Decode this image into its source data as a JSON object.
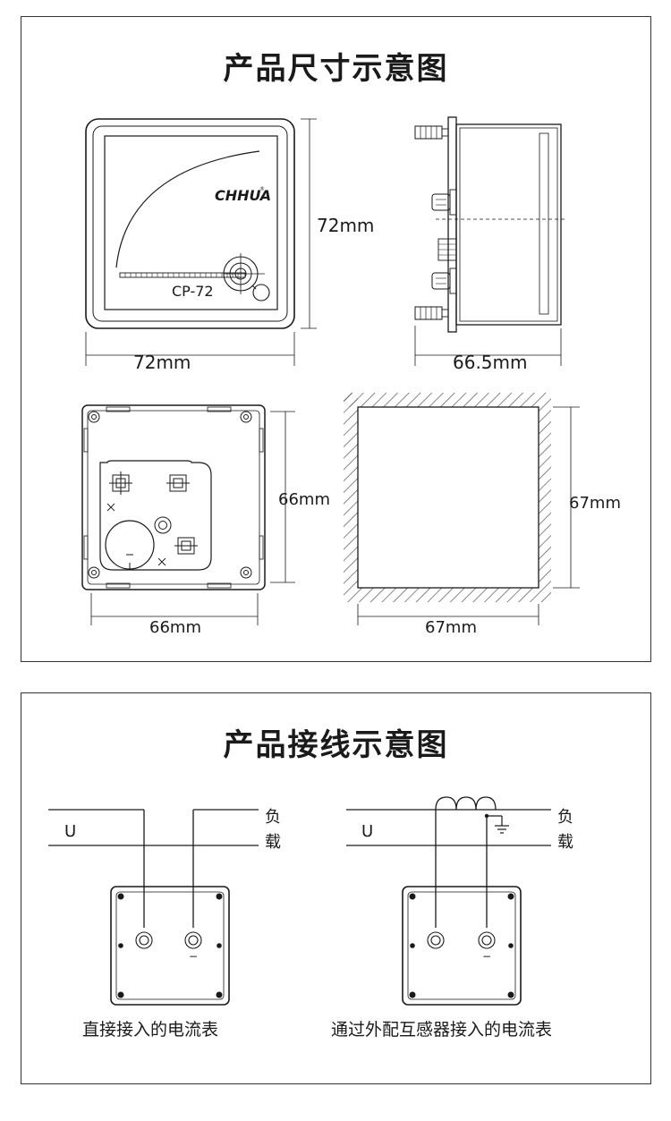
{
  "dimension_panel": {
    "title": "产品尺寸示意图",
    "front_view": {
      "brand": "CHHUA",
      "trademark": "®",
      "model": "CP-72",
      "width_label": "72mm",
      "height_label": "72mm"
    },
    "side_view": {
      "depth_label": "66.5mm"
    },
    "back_view": {
      "width_label": "66mm",
      "height_label": "66mm"
    },
    "cutout_view": {
      "width_label": "67mm",
      "height_label": "67mm"
    }
  },
  "wiring_panel": {
    "title": "产品接线示意图",
    "direct": {
      "u_label": "U",
      "load_top": "负",
      "load_bottom": "载",
      "minus": "−",
      "caption": "直接接入的电流表"
    },
    "transformer": {
      "u_label": "U",
      "load_top": "负",
      "load_bottom": "载",
      "minus": "−",
      "caption": "通过外配互感器接入的电流表"
    }
  },
  "colors": {
    "line": "#1a1a1a",
    "border": "#333333",
    "hatch": "#555555"
  }
}
